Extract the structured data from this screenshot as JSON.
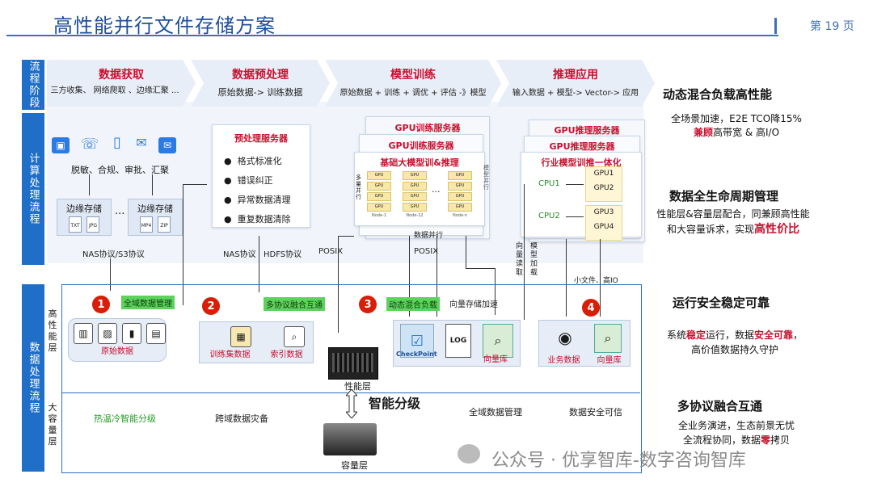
{
  "header": {
    "title": "高性能并行文件存储方案",
    "page": "第 19 页"
  },
  "sidebar": {
    "stage": "流程阶段",
    "compute": "计算处理流程",
    "data": "数据处理流程"
  },
  "stages": [
    {
      "title": "数据获取",
      "desc": "三方收集、 网络爬取 、边缘汇聚 ..."
    },
    {
      "title": "数据预处理",
      "desc": "原始数据-> 训练数据"
    },
    {
      "title": "模型训练",
      "desc": "原始数据 + 训练 + 调优 + 评估 -》模型"
    },
    {
      "title": "推理应用",
      "desc": "输入数据 + 模型-> Vector-> 应用"
    }
  ],
  "acquire": {
    "steps": "脱敏、合规、审批、汇聚",
    "edge1": "边缘存储",
    "edge2": "边缘存储",
    "dots": "...",
    "files1": [
      "TXT",
      "JPG"
    ],
    "files2": [
      "MP4",
      "ZIP"
    ],
    "proto": "NAS协议/S3协议"
  },
  "preprocess": {
    "title": "预处理服务器",
    "bullets": [
      "格式标准化",
      "错误纠正",
      "异常数据清理",
      "重复数据清除"
    ],
    "proto_nas": "NAS协议",
    "proto_hdfs": "HDFS协议",
    "proto_posix": "POSIX"
  },
  "training": {
    "server1": "GPU训练服务器",
    "server2": "GPU训练服务器",
    "inner_title": "基础大模型训&推理",
    "side_label": "多量并行",
    "model_label": "模型并行",
    "nodes": [
      "Node-1",
      "Node-12",
      "Node-n"
    ],
    "gpu": "GPU",
    "dots": "...",
    "data_parallel": "数据并行",
    "proto": "POSIX",
    "vec_read": "向量读取",
    "model_load": "模型加载"
  },
  "inference": {
    "server1": "GPU推理服务器",
    "server2": "GPU推理服务器",
    "inner_title": "行业模型训推一体化",
    "cpus": [
      "CPU1",
      "CPU2"
    ],
    "gpus": [
      "GPU1",
      "GPU2",
      "GPU3",
      "GPU4"
    ],
    "small_file": "小文件、高IO"
  },
  "layers": {
    "perf": "高性能层",
    "cap": "大容量层"
  },
  "lower": {
    "n1": "1",
    "n2": "2",
    "n3": "3",
    "n4": "4",
    "tag1": "全域数据管理",
    "tag2": "多协议融合互通",
    "tag3": "动态混合负载",
    "tag3b": "向量存储加速",
    "raw": "原始数据",
    "train_set": "训练集数据",
    "index": "索引数据",
    "checkpoint": "CheckPoint",
    "log": "LOG",
    "vector1": "向量库",
    "biz": "业务数据",
    "vector2": "向量库",
    "perf_layer": "性能层",
    "tiering": "智能分级",
    "cap_layer": "容量层",
    "cap_items": [
      "热温冷智能分级",
      "跨域数据灾备",
      "全域数据管理",
      "数据安全可信"
    ]
  },
  "right": [
    {
      "head": "动态混合负载高性能",
      "lines": [
        "全场景加速，E2E TCO降15%",
        "兼顾高带宽 & 高I/O"
      ]
    },
    {
      "head": "数据全生命周期管理",
      "lines": [
        "性能层&容量层配合，同兼顾高性能",
        "和大容量诉求，实现高性价比"
      ]
    },
    {
      "head": "运行安全稳定可靠",
      "lines": [
        "系统稳定运行，数据安全可靠，",
        "高价值数据持久守护"
      ]
    },
    {
      "head": "多协议融合互通",
      "lines": [
        "全业务演进，生态前景无忧",
        "全流程协同，数据零拷贝"
      ]
    }
  ],
  "right_emph": {
    "a1": "兼顾",
    "a2": "高带宽 & 高I/O",
    "b1": "和大容量诉求，实现",
    "b2": "高性价比",
    "c1": "系统",
    "c2": "稳定",
    "c3": "运行，数据",
    "c4": "安全可靠",
    "c5": "，",
    "d1": "全流程协同，数据",
    "d2": "零",
    "d3": "拷贝"
  },
  "watermark": "公众号 · 优享智库-数字咨询智库",
  "colors": {
    "accent": "#1f6fc8",
    "red": "#c8102e",
    "green_tag": "#5dd35d"
  }
}
